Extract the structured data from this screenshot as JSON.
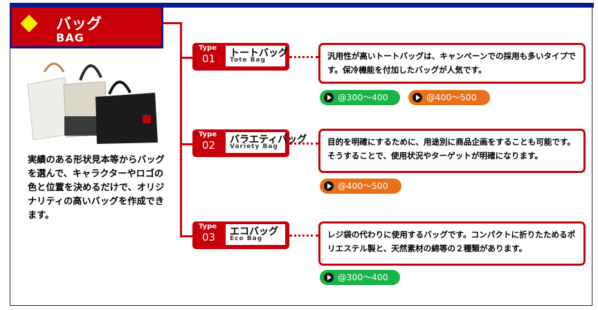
{
  "header": {
    "title_jp": "バッグ",
    "title_en": "BAG"
  },
  "intro": {
    "text": "実績のある形状見本等からバッグを選んで、キャラクターやロゴの色と位置を決めるだけで、オリジナリティの高いバッグを作成できます。"
  },
  "types": [
    {
      "label": "Type",
      "number": "01",
      "name_jp": "トートバッグ",
      "name_en": "Tote Bag",
      "description": "汎用性が高いトートバッグは、キャンペーンでの採用も多いタイプです。保冷機能を付加したバッグが人気です。",
      "prices": [
        {
          "text": "@300～400",
          "color": "green"
        },
        {
          "text": "@400～500",
          "color": "orange"
        }
      ]
    },
    {
      "label": "Type",
      "number": "02",
      "name_jp": "バラエティバッグ",
      "name_en": "Variety Bag",
      "description": "目的を明確にするために、用途別に商品企画をすることも可能です。そうすることで、使用状況やターゲットが明確になります。",
      "prices": [
        {
          "text": "@400～500",
          "color": "orange"
        }
      ]
    },
    {
      "label": "Type",
      "number": "03",
      "name_jp": "エコバッグ",
      "name_en": "Eco Bag",
      "description": "レジ袋の代わりに使用するバッグです。コンパクトに折りたためるポリエステル製と、天然素材の綿等の２種類があります。",
      "prices": [
        {
          "text": "@300～400",
          "color": "green"
        }
      ]
    }
  ],
  "colors": {
    "accent_red": "#c8000a",
    "navy": "#0b1a8c",
    "green": "#19b346",
    "orange": "#e8701a",
    "diamond": "#f5ec00"
  }
}
